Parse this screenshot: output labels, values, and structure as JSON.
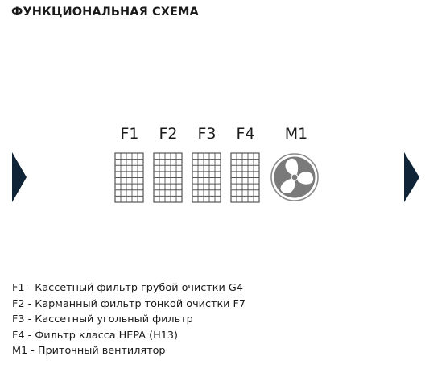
{
  "title": "ФУНКЦИОНАЛЬНАЯ СХЕМА",
  "diagram": {
    "labels": {
      "f1": "F1",
      "f2": "F2",
      "f3": "F3",
      "f4": "F4",
      "m1": "M1"
    },
    "colors": {
      "arrow": "#0f2436",
      "filter_stroke": "#555555",
      "fan_fill": "#7a7a7a"
    },
    "icons": {
      "filters": "filter-grid-icon",
      "fan": "fan-icon",
      "flow": "airflow-arrow-icon"
    }
  },
  "legend": [
    "F1 - Кассетный фильтр грубой очистки G4",
    "F2 - Карманный фильтр тонкой очистки F7",
    "F3 - Кассетный угольный фильтр",
    "F4 - Фильтр класса HEPA (H13)",
    "M1 - Приточный вентилятор"
  ]
}
